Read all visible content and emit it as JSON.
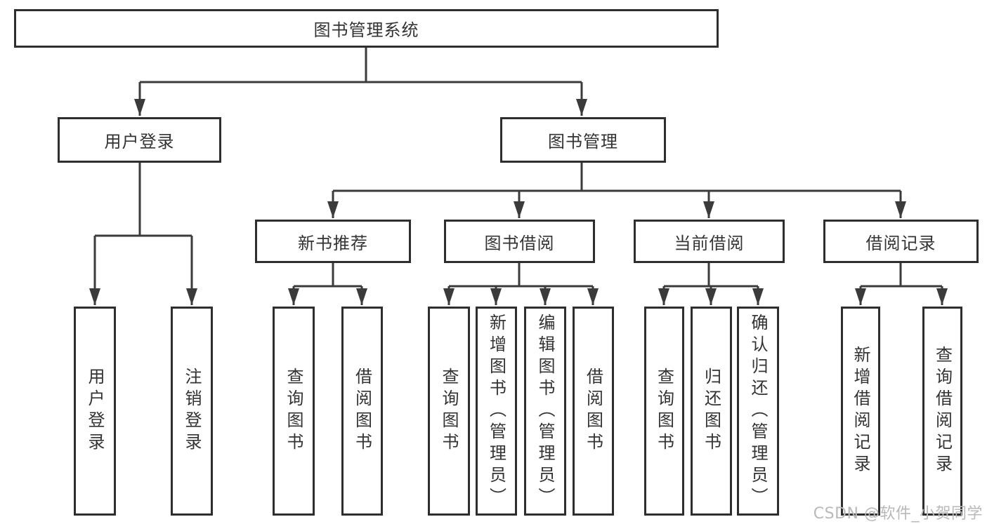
{
  "diagram": {
    "root": "图书管理系统",
    "branches": {
      "userLogin": "用户登录",
      "bookMgmt": "图书管理"
    },
    "modules": {
      "newBookRec": "新书推荐",
      "bookBorrow": "图书借阅",
      "currentBorrow": "当前借阅",
      "borrowRecords": "借阅记录"
    },
    "functions": {
      "login": "用户登录",
      "logout": "注销登录",
      "recQuery": "查询图书",
      "recBorrow": "借阅图书",
      "borQuery": "查询图书",
      "borAdd": "新增图书（管理员）",
      "borEdit": "编辑图书（管理员）",
      "borBorrow": "借阅图书",
      "curQuery": "查询图书",
      "curReturn": "归还图书",
      "curConfirm": "确认归还（管理员）",
      "recAdd": "新增借阅记录",
      "recQueryRec": "查询借阅记录"
    }
  },
  "watermark": "CSDN @软件_小贺同学",
  "colors": {
    "background": "#ffffff",
    "line": "#3b3b3b",
    "box_border": "#2e2e2e",
    "box_fill": "#ffffff",
    "text": "#333333",
    "watermark": "#b9b9b9"
  }
}
